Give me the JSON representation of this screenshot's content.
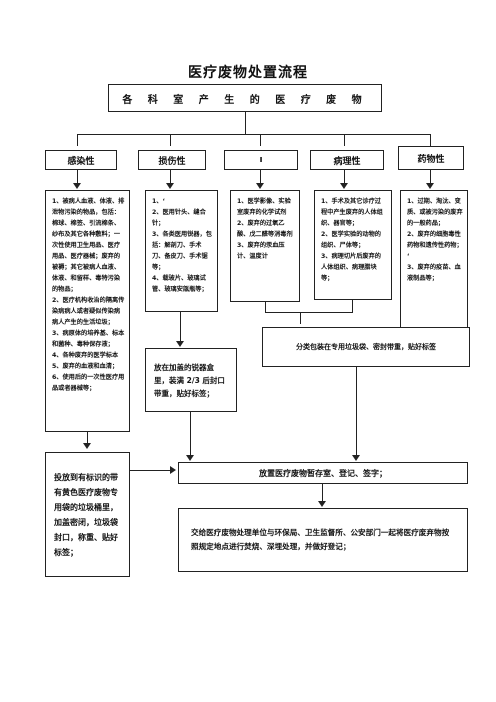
{
  "title": "医疗废物处置流程",
  "top_box": "各 科 室 产 生 的 医 疗 废 物",
  "categories": [
    "感染性",
    "损伤性",
    "ı",
    "病理性",
    "药物性"
  ],
  "columns": [
    "1、被病人血液、体液、排泄物污染的物品，包括：棉球、棉签、引流棉条、纱布及其它各种敷料；一次性使用卫生用品、医疗用品、医疗器械；废弃的被褥；其它被病人血液、体液、和留样、毒特污染的物品；\n2、医疗机构收治的隔离传染病病人或者疑似传染病病人产生的生活垃圾；\n3、病原体的培养基、标本和菌种、毒种保存液；\n4、各种废弃的医学标本\n5、废弃的血液和血清；\n6、使用后的一次性医疗用品或者器械等；",
    "1、ʻ\n2、医用针头、缝合针；\n3、各类医用锐器，包括：解剖刀、手术刀、备皮刀、手术锯等；\n4、载玻片、玻璃试管、玻璃安瓿瓶等；",
    "1、医学影像、实验室废弃的化学试剂\n2、废弃的过氧乙酸、戊二醛等消毒剂\n3、废弃的汞血压计、温度计",
    "1、手术及其它诊疗过程中产生废弃的人体组织、器官等；\n2、医学实验的动物的组织、尸体等；\n3、病理切片后废弃的人体组织、病理腊块等；",
    "1、过期、淘汰、变质、或被污染的废弃的一般药品；\n2、废弃的细胞毒性药物和遗传性药物；\nʻ\n3、废弃的疫苗、血液制品等；"
  ],
  "sharps_box": "放在加盖的锐器盒里，装满 2/3 后封口带重，贴好标签；",
  "classify_box": "分类包装在专用垃圾袋、密封带重，贴好标签",
  "yellow_bag_box": "投放到有标识的带有黄色医疗废物专用袋的垃圾桶里，加盖密闭，垃圾袋封口，称重、贴好标签；",
  "storage_box": "放置医疗废物暂存室、登记、签字；",
  "handover_box": "交给医疗废物处理单位与环保局、卫生监督所、公安部门一起将医疗废弃物按照规定地点进行焚烧、深埋处理，并做好登记；"
}
